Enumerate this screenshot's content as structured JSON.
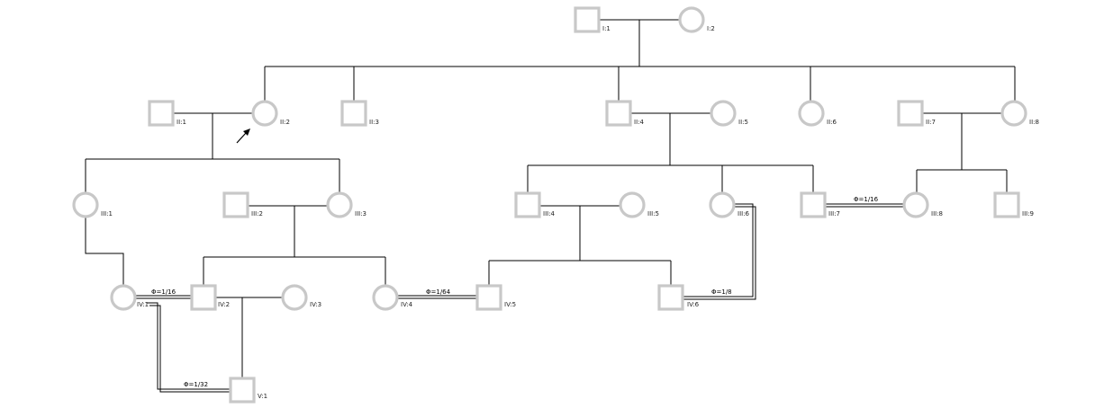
{
  "pedigree": {
    "individuals": [
      {
        "id": "I:1",
        "label": "I:1",
        "sex": "male"
      },
      {
        "id": "I:2",
        "label": "I:2",
        "sex": "female"
      },
      {
        "id": "II:1",
        "label": "II:1",
        "sex": "male"
      },
      {
        "id": "II:2",
        "label": "II:2",
        "sex": "female",
        "proband": true
      },
      {
        "id": "II:3",
        "label": "II:3",
        "sex": "male"
      },
      {
        "id": "II:4",
        "label": "II:4",
        "sex": "male"
      },
      {
        "id": "II:5",
        "label": "II:5",
        "sex": "female"
      },
      {
        "id": "II:6",
        "label": "II:6",
        "sex": "female"
      },
      {
        "id": "II:7",
        "label": "II:7",
        "sex": "male"
      },
      {
        "id": "II:8",
        "label": "II:8",
        "sex": "female"
      },
      {
        "id": "III:1",
        "label": "III:1",
        "sex": "female"
      },
      {
        "id": "III:2",
        "label": "III:2",
        "sex": "male"
      },
      {
        "id": "III:3",
        "label": "III:3",
        "sex": "female"
      },
      {
        "id": "III:4",
        "label": "III:4",
        "sex": "male"
      },
      {
        "id": "III:5",
        "label": "III:5",
        "sex": "female"
      },
      {
        "id": "III:6",
        "label": "III:6",
        "sex": "female"
      },
      {
        "id": "III:7",
        "label": "III:7",
        "sex": "male"
      },
      {
        "id": "III:8",
        "label": "III:8",
        "sex": "female"
      },
      {
        "id": "III:9",
        "label": "III:9",
        "sex": "male"
      },
      {
        "id": "IV:1",
        "label": "IV:1",
        "sex": "female"
      },
      {
        "id": "IV:2",
        "label": "IV:2",
        "sex": "male"
      },
      {
        "id": "IV:3",
        "label": "IV:3",
        "sex": "female"
      },
      {
        "id": "IV:4",
        "label": "IV:4",
        "sex": "female"
      },
      {
        "id": "IV:5",
        "label": "IV:5",
        "sex": "male"
      },
      {
        "id": "IV:6",
        "label": "IV:6",
        "sex": "male"
      },
      {
        "id": "V:1",
        "label": "V:1",
        "sex": "male"
      }
    ],
    "consanguinity": [
      {
        "between": [
          "IV:1",
          "IV:2"
        ],
        "label": "Φ=1/16"
      },
      {
        "between": [
          "IV:4",
          "IV:5"
        ],
        "label": "Φ=1/64"
      },
      {
        "between": [
          "III:6",
          "IV:6"
        ],
        "label": "Φ=1/8"
      },
      {
        "between": [
          "III:7",
          "III:8"
        ],
        "label": "Φ=1/16"
      },
      {
        "between": [
          "IV:1",
          "V:1"
        ],
        "label": "Φ=1/32"
      }
    ],
    "colors": {
      "symbol_stroke": "#c8c8c8",
      "line": "#000000",
      "background": "#ffffff"
    }
  }
}
